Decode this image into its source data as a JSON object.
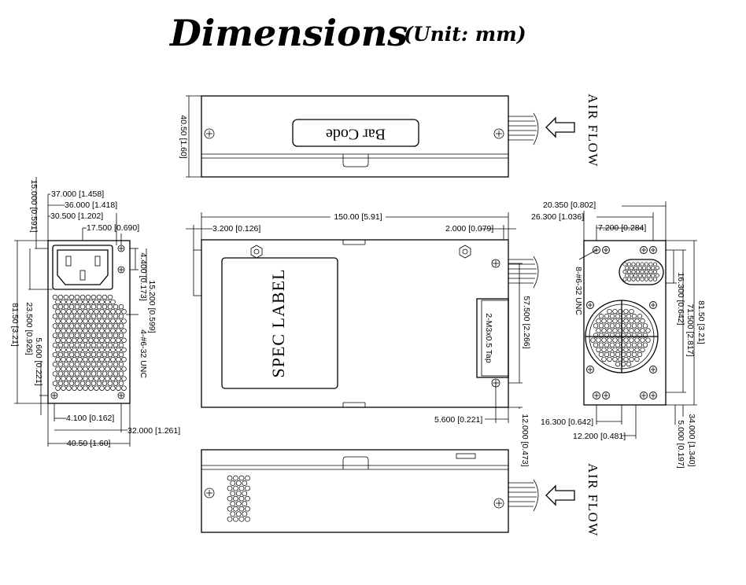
{
  "title": {
    "main": "Dimensions",
    "unit": "(Unit: mm)"
  },
  "labels": {
    "bar_code": "Bar Code",
    "spec_label": "SPEC LABEL",
    "air_flow": "AIR FLOW",
    "screw_main": "2-M3x0.5 Tap",
    "screw_left": "4-#6-32 UNC",
    "screw_right": "8-#6-32 UNC"
  },
  "dimensions": {
    "top_height": "40.50 [1.60]",
    "left_37": "37.000 [1.458]",
    "left_36": "36.000 [1.418]",
    "left_30_5": "30.500 [1.202]",
    "left_17_5": "17.500 [0.690]",
    "left_15": "15.000 [0.591]",
    "left_81_5": "81.50 [3.21]",
    "left_23_5": "23.500 [0.926]",
    "left_5_6": "5.600 [0.221]",
    "left_4_4": "4.400 [0.173]",
    "left_15_2": "15.200 [0.599]",
    "left_4_1": "4.100 [0.162]",
    "left_32": "32.000 [1.261]",
    "left_40_5": "40.50 [1.60]",
    "main_150": "150.00 [5.91]",
    "main_3_2": "3.200 [0.126]",
    "main_2": "2.000 [0.079]",
    "main_57_5": "57.500 [2.266]",
    "main_5_6": "5.600 [0.221]",
    "main_12": "12.000 [0.473]",
    "right_20_35": "20.350 [0.802]",
    "right_26_3": "26.300 [1.036]",
    "right_7_2": "7.200 [0.284]",
    "right_16_3v": "16.300 [0.642]",
    "right_71_5": "71.500 [2.817]",
    "right_81_5": "81.50 [3.21]",
    "right_16_3h": "16.300 [0.642]",
    "right_12_2": "12.200 [0.481]",
    "right_34": "34.000 [1.340]",
    "right_5": "5.000 [0.197]"
  }
}
